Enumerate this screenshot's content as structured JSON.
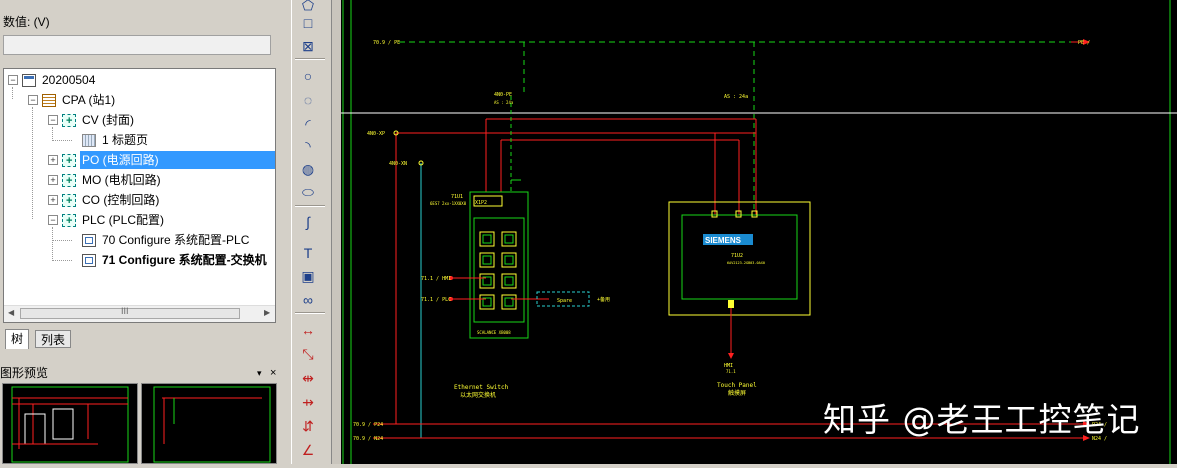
{
  "properties": {
    "value_label": "数值: (V)",
    "value_input": ""
  },
  "tree": {
    "items": [
      {
        "label": "20200504",
        "level": 0,
        "icon": "project-icon",
        "expander": "minus"
      },
      {
        "label": "CPA (站1)",
        "level": 1,
        "icon": "station-icon",
        "expander": "minus"
      },
      {
        "label": "CV (封面)",
        "level": 2,
        "icon": "function-group-icon",
        "expander": "minus"
      },
      {
        "label": "1 标题页",
        "level": 3,
        "icon": "title-block-icon",
        "expander": "none"
      },
      {
        "label": "PO (电源回路)",
        "level": 2,
        "icon": "function-group-icon",
        "expander": "plus",
        "selected": true
      },
      {
        "label": "MO (电机回路)",
        "level": 2,
        "icon": "function-group-icon",
        "expander": "plus"
      },
      {
        "label": "CO (控制回路)",
        "level": 2,
        "icon": "function-group-icon",
        "expander": "plus"
      },
      {
        "label": "PLC (PLC配置)",
        "level": 2,
        "icon": "function-group-icon",
        "expander": "minus"
      },
      {
        "label": "70 Configure 系统配置-PLC",
        "level": 3,
        "icon": "page-icon",
        "expander": "none"
      },
      {
        "label": "71 Configure 系统配置-交换机",
        "level": 3,
        "icon": "page-icon",
        "expander": "none",
        "bold": true
      }
    ],
    "scroll_mid": "III"
  },
  "tabs": [
    "树",
    "列表"
  ],
  "preview": {
    "title": "图形预览",
    "pin_icon": "pin-icon",
    "close_icon": "close-icon"
  },
  "toolbar_icons": [
    "polygon-icon",
    "rectangle-icon",
    "rect-cross-icon",
    "circle-icon",
    "circle-3pt-icon",
    "arc-icon",
    "arc-3pt-icon",
    "ellipse-sector-icon",
    "ellipse-icon",
    "spline-icon",
    "text-icon",
    "image-icon",
    "hyperlink-icon",
    "dimension-horizontal-icon",
    "dimension-aligned-icon",
    "dimension-chain-icon",
    "dimension-baseline-icon",
    "dimension-vertical-icon",
    "dimension-angle-icon"
  ],
  "schematic": {
    "colors": {
      "background": "#000000",
      "red_wire": "#ff2020",
      "green_wire": "#19d619",
      "yellow_text": "#ffff33",
      "cyan_wire": "#2ad1d1",
      "device_outline": "#19d619"
    },
    "potentials": {
      "pe_left": "70.9 / PE",
      "pe_right": "PE /",
      "p24_left": "70.9 / P24",
      "p24_right": "P24 /",
      "n24_left": "70.9 / N24",
      "n24_right": "N24 /"
    },
    "terminals": {
      "xp": "4N0-XP",
      "xn": "4N0-XN",
      "pe": "4N0-PE",
      "pe_sub": "AS : 24a",
      "as": "AS : 24a"
    },
    "switch": {
      "title": "71U1",
      "subtitle": "6ES7 2xx-1XX0X0",
      "port_tag": "X1P2",
      "bottom_tag": "SCALANCE XB008",
      "hmi_ref": "71.1 / HMI",
      "plc_ref": "71.1 / PLC",
      "spare": "Spare",
      "spare_note": "+备用",
      "label_en": "Ethernet Switch",
      "label_cn": "以太网交换机"
    },
    "panel": {
      "brand": "SIEMENS",
      "tag": "71U2",
      "model": "6AV2123-2GB03-0AX0",
      "hmi": "HMI",
      "hmi_sub": "71.1",
      "label_en": "Touch Panel",
      "label_cn": "触摸屏"
    }
  },
  "watermark": "知乎 @老王工控笔记"
}
